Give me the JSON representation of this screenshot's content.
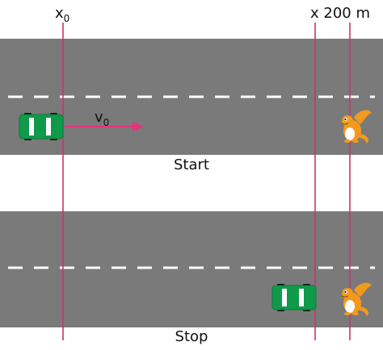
{
  "labels": {
    "x0_base": "x",
    "x0_sub": "0",
    "x_end": "x 200 m",
    "v0_base": "v",
    "v0_sub": "0",
    "start": "Start",
    "stop": "Stop"
  },
  "colors": {
    "road": "#7a7a7a",
    "lane_marking": "#ffffff",
    "marker_line": "#d1306f",
    "velocity_arrow": "#e6337f",
    "car_body": "#0f9a4a",
    "car_stripe": "#ffffff",
    "car_tire": "#111111",
    "creature": "#f39a1e"
  },
  "icons": {
    "car": "car-top-view-icon",
    "creature": "orange-dragon-creature-icon"
  }
}
